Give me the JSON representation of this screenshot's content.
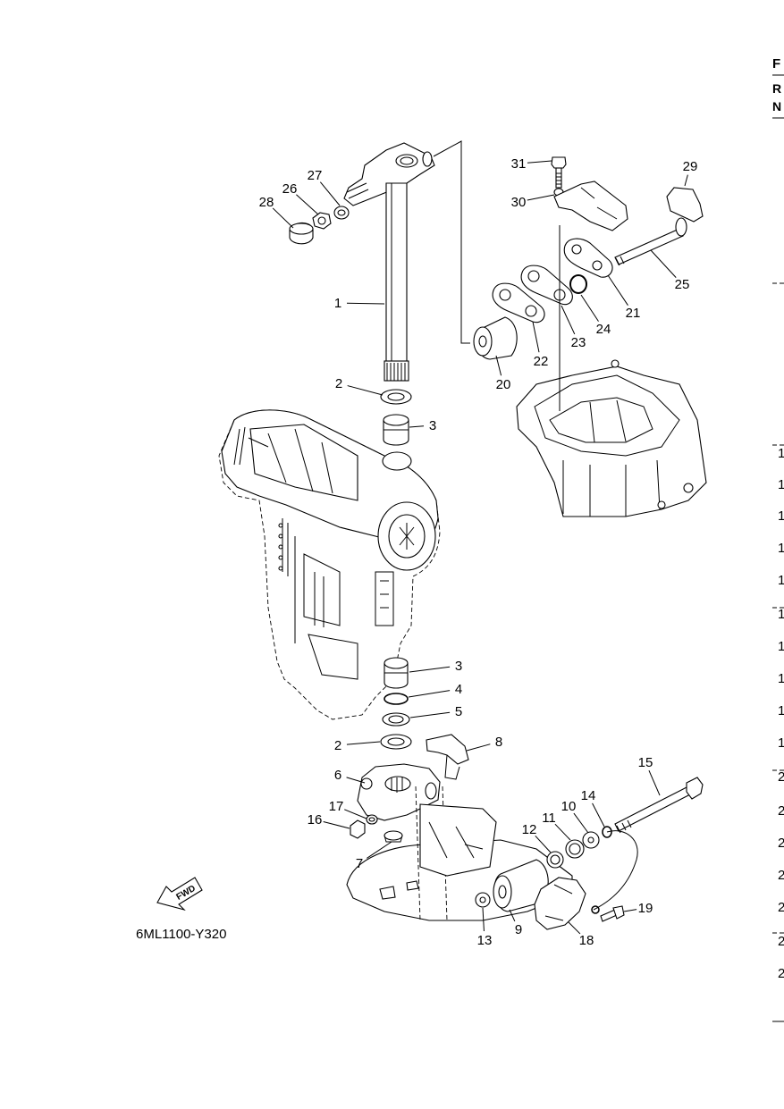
{
  "diagram": {
    "figure_code": "6ML1100-Y320",
    "fwd_label": "FWD",
    "edge_text": {
      "top": "F",
      "r": "R",
      "n": "N"
    },
    "right_edge_digits": [
      "1",
      "1",
      "1",
      "1",
      "1",
      "1",
      "1",
      "1",
      "1",
      "1",
      "2",
      "2",
      "2",
      "2",
      "2",
      "2",
      "2"
    ],
    "callouts": [
      "1",
      "2",
      "3",
      "3",
      "4",
      "5",
      "2",
      "8",
      "6",
      "15",
      "17",
      "16",
      "7",
      "14",
      "10",
      "11",
      "12",
      "19",
      "13",
      "9",
      "18",
      "31",
      "29",
      "30",
      "25",
      "21",
      "24",
      "23",
      "22",
      "20",
      "28",
      "26",
      "27"
    ]
  }
}
